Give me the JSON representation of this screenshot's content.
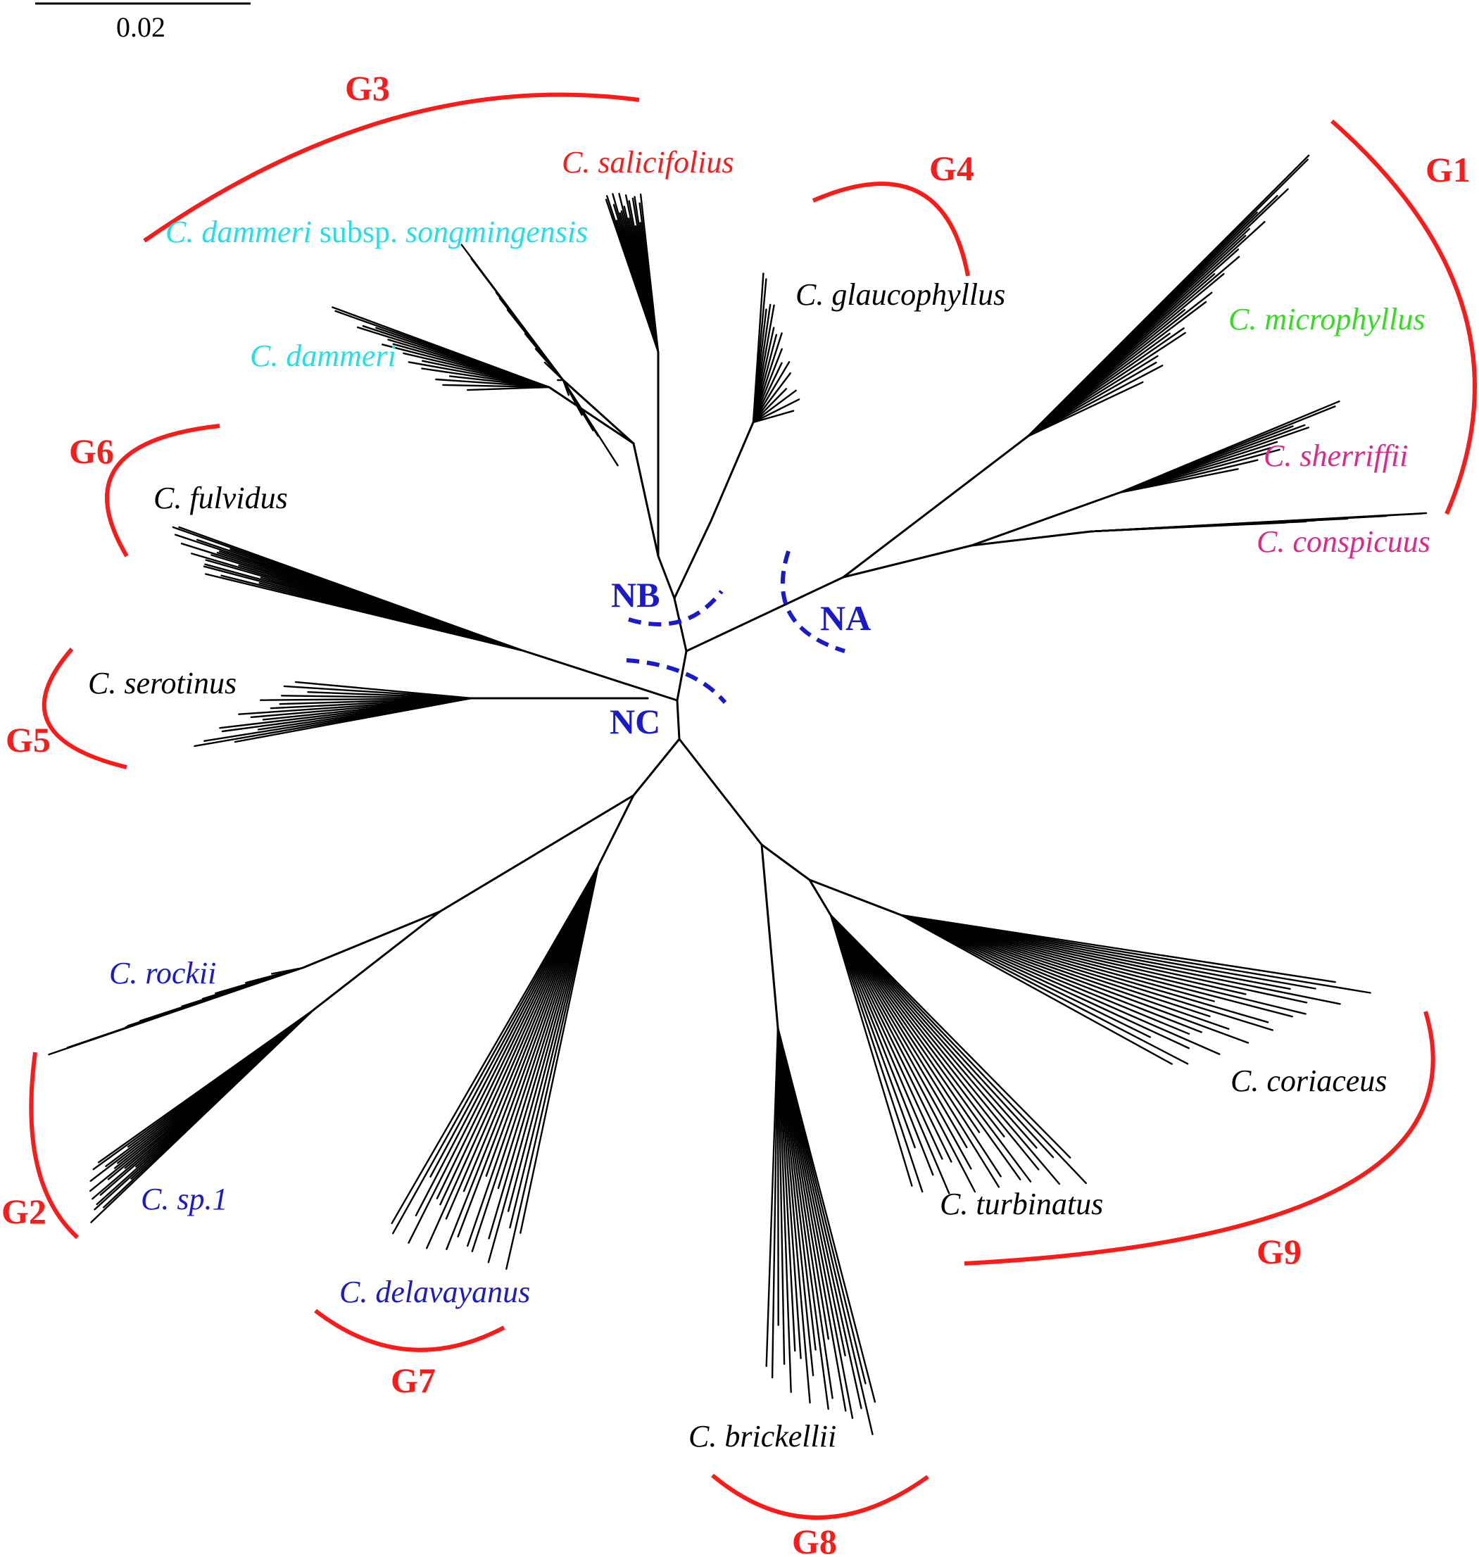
{
  "scale_bar": {
    "label": "0.02"
  },
  "colors": {
    "group": "#ff1a1a",
    "node": "#1a1acc",
    "branch": "#000000",
    "cyan": "#22e0e8",
    "green": "#33dd22",
    "magenta": "#e0288a",
    "blue": "#1a1acc",
    "red": "#ff1a1a",
    "black": "#000000"
  },
  "taxa": {
    "salicifolius": {
      "genus": "C.",
      "epithet": "salicifolius"
    },
    "songmingensis": {
      "genus": "C.",
      "epithet": "dammeri",
      "rank": "subsp.",
      "infra": "songmingensis"
    },
    "glaucophyllus": {
      "genus": "C.",
      "epithet": "glaucophyllus"
    },
    "microphyllus": {
      "genus": "C.",
      "epithet": "microphyllus"
    },
    "dammeri": {
      "genus": "C.",
      "epithet": "dammeri"
    },
    "sherriffii": {
      "genus": "C.",
      "epithet": "sherriffii"
    },
    "fulvidus": {
      "genus": "C.",
      "epithet": "fulvidus"
    },
    "conspicuus": {
      "genus": "C.",
      "epithet": "conspicuus"
    },
    "serotinus": {
      "genus": "C.",
      "epithet": "serotinus"
    },
    "rockii": {
      "genus": "C.",
      "epithet": "rockii"
    },
    "coriaceus": {
      "genus": "C.",
      "epithet": "coriaceus"
    },
    "sp1": {
      "genus": "C.",
      "epithet": "sp.1"
    },
    "turbinatus": {
      "genus": "C.",
      "epithet": "turbinatus"
    },
    "delavayanus": {
      "genus": "C.",
      "epithet": "delavayanus"
    },
    "brickellii": {
      "genus": "C.",
      "epithet": "brickellii"
    }
  },
  "groups": [
    "G1",
    "G2",
    "G3",
    "G4",
    "G5",
    "G6",
    "G7",
    "G8",
    "G9"
  ],
  "nodes": [
    "NA",
    "NB",
    "NC"
  ]
}
